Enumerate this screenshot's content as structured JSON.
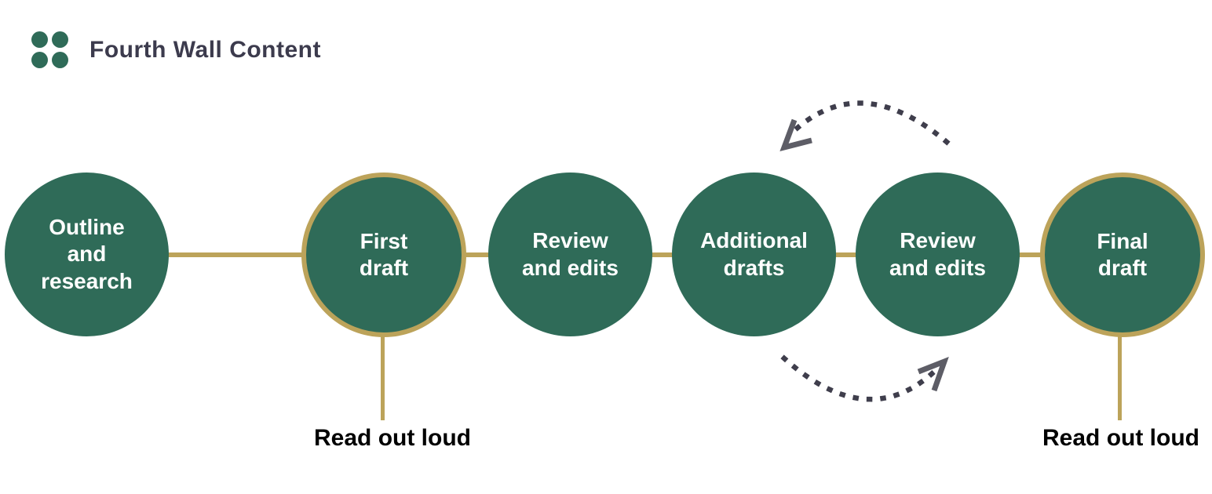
{
  "brand": {
    "name": "Fourth Wall Content"
  },
  "colors": {
    "green": "#2F6B58",
    "gold": "#BCA35A",
    "brand_text": "#3C3B4D",
    "arrow_dots": "#3F3E4C",
    "arrowhead": "#5D5D66",
    "note_text": "#000000",
    "step_text": "#FFFFFF",
    "background": "#FFFFFF"
  },
  "flow": {
    "steps": [
      {
        "lines": [
          "Outline",
          "and",
          "research"
        ],
        "ring": false
      },
      {
        "lines": [
          "First",
          "draft"
        ],
        "ring": true,
        "note": "Read out loud"
      },
      {
        "lines": [
          "Review",
          "and edits"
        ],
        "ring": false
      },
      {
        "lines": [
          "Additional",
          "drafts"
        ],
        "ring": false
      },
      {
        "lines": [
          "Review",
          "and edits"
        ],
        "ring": false
      },
      {
        "lines": [
          "Final",
          "draft"
        ],
        "ring": true,
        "note": "Read out loud"
      }
    ],
    "loop": {
      "between": [
        "Additional drafts",
        "Review and edits"
      ],
      "style": "dotted arcs, both directions"
    }
  }
}
